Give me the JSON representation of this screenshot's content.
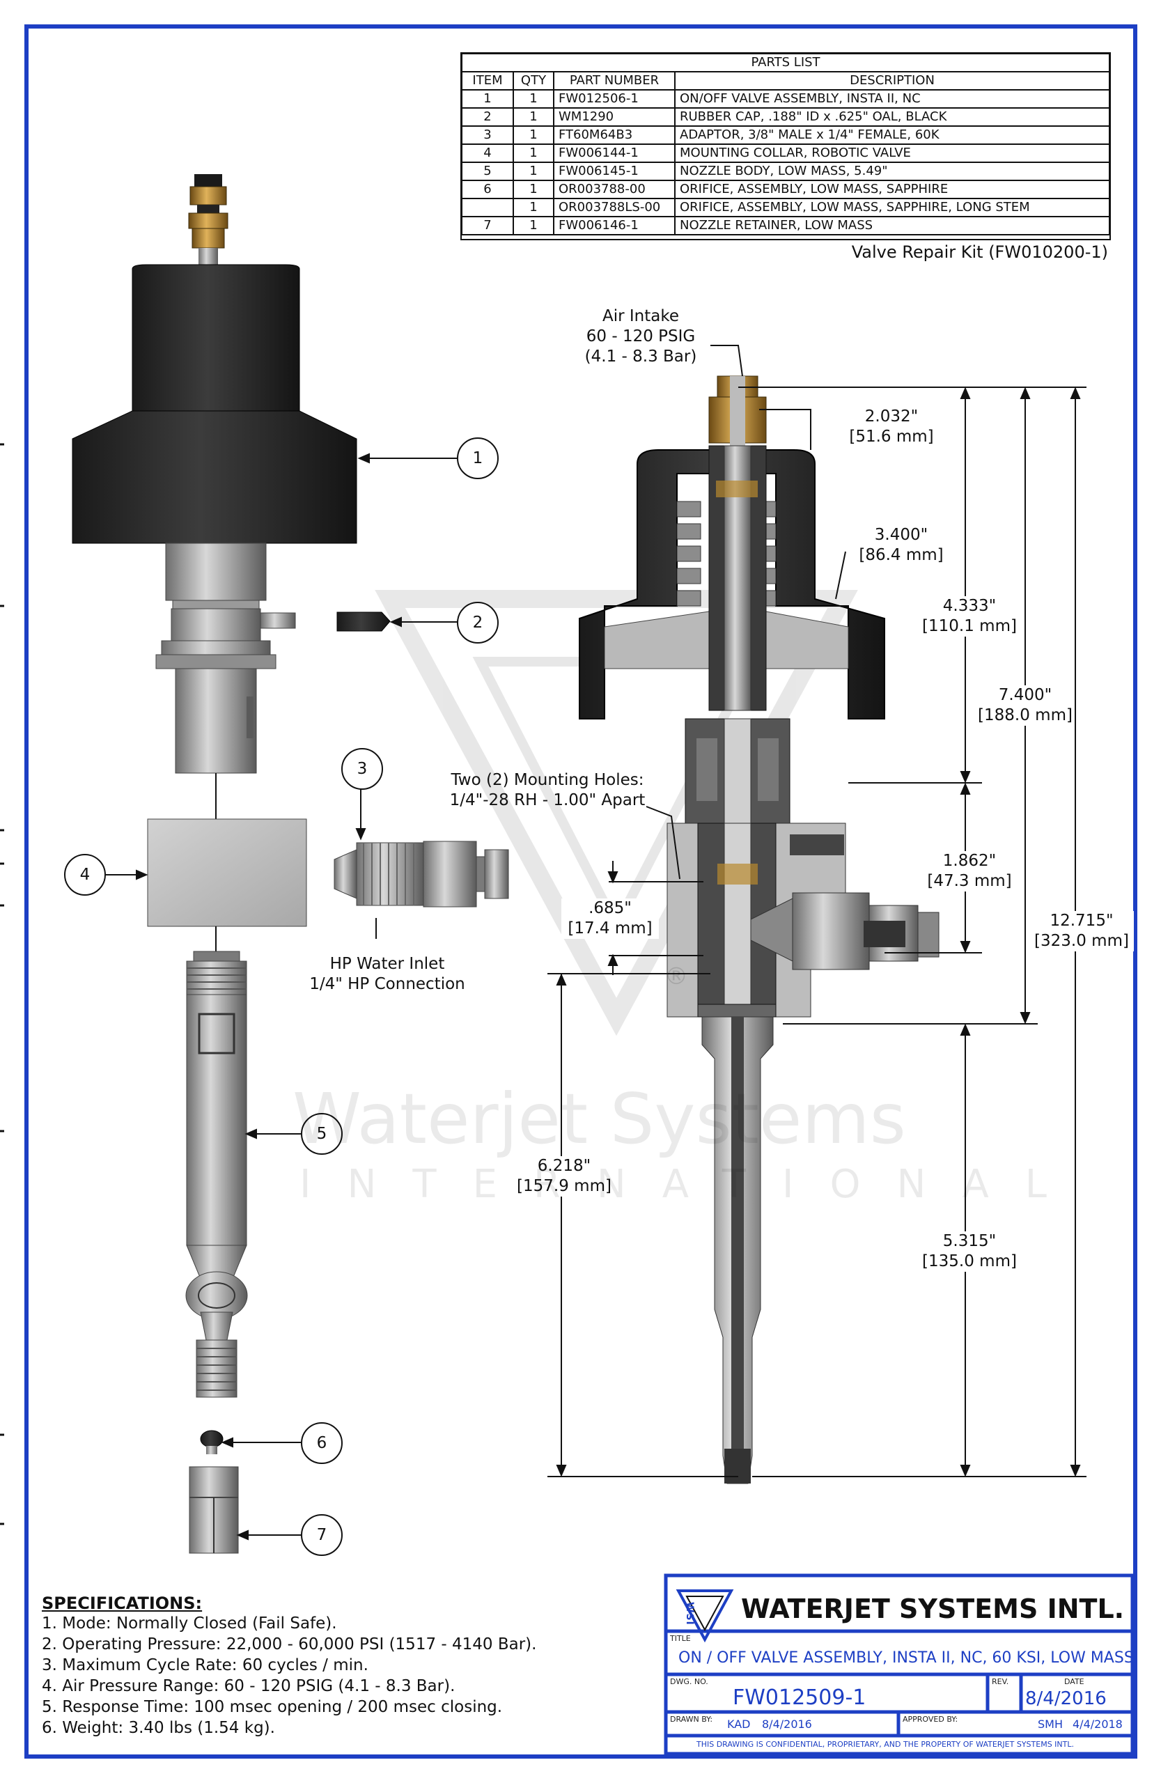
{
  "parts_list": {
    "title": "PARTS LIST",
    "headers": [
      "ITEM",
      "QTY",
      "PART NUMBER",
      "DESCRIPTION"
    ],
    "rows": [
      {
        "item": "1",
        "qty": "1",
        "part": "FW012506-1",
        "desc": "ON/OFF VALVE ASSEMBLY, INSTA II, NC"
      },
      {
        "item": "2",
        "qty": "1",
        "part": "WM1290",
        "desc": "RUBBER CAP, .188\" ID x .625\" OAL, BLACK"
      },
      {
        "item": "3",
        "qty": "1",
        "part": "FT60M64B3",
        "desc": "ADAPTOR, 3/8\" MALE x 1/4\" FEMALE, 60K"
      },
      {
        "item": "4",
        "qty": "1",
        "part": "FW006144-1",
        "desc": "MOUNTING COLLAR, ROBOTIC VALVE"
      },
      {
        "item": "5",
        "qty": "1",
        "part": "FW006145-1",
        "desc": "NOZZLE BODY, LOW MASS, 5.49\""
      },
      {
        "item": "6",
        "qty": "1",
        "part": "OR003788-00",
        "desc": "ORIFICE, ASSEMBLY, LOW MASS, SAPPHIRE"
      },
      {
        "item": "",
        "qty": "1",
        "part": "OR003788LS-00",
        "desc": "ORIFICE, ASSEMBLY, LOW MASS, SAPPHIRE,  LONG STEM"
      },
      {
        "item": "7",
        "qty": "1",
        "part": "FW006146-1",
        "desc": "NOZZLE RETAINER, LOW MASS"
      }
    ],
    "repair_kit": "Valve Repair Kit (FW010200-1)"
  },
  "balloons": [
    "1",
    "2",
    "3",
    "4",
    "5",
    "6",
    "7"
  ],
  "callouts": {
    "air_intake": [
      "Air Intake",
      "60 - 120 PSIG",
      "(4.1 - 8.3 Bar)"
    ],
    "mounting_holes": [
      "Two (2) Mounting Holes:",
      "1/4\"-28 RH - 1.00\" Apart"
    ],
    "hp_water": [
      "HP Water Inlet",
      "1/4\" HP Connection"
    ]
  },
  "dimensions": {
    "d1": [
      "2.032\"",
      "[51.6 mm]"
    ],
    "d2": [
      "3.400\"",
      "[86.4 mm]"
    ],
    "d3": [
      "4.333\"",
      "[110.1 mm]"
    ],
    "d4": [
      "7.400\"",
      "[188.0 mm]"
    ],
    "d5": [
      "1.862\"",
      "[47.3 mm]"
    ],
    "d6": [
      ".685\"",
      "[17.4 mm]"
    ],
    "d7": [
      "12.715\"",
      "[323.0 mm]"
    ],
    "d8": [
      "6.218\"",
      "[157.9 mm]"
    ],
    "d9": [
      "5.315\"",
      "[135.0 mm]"
    ]
  },
  "watermark": {
    "line1": "Waterjet Systems",
    "line2": "INTERNATIONAL",
    "reg": "®"
  },
  "specifications": {
    "title": "SPECIFICATIONS:",
    "items": [
      "1. Mode: Normally Closed (Fail Safe).",
      "2. Operating Pressure: 22,000 - 60,000 PSI (1517 - 4140 Bar).",
      "3. Maximum Cycle Rate: 60 cycles / min.",
      "4. Air Pressure Range: 60 - 120 PSIG (4.1 - 8.3 Bar).",
      "5. Response Time: 100 msec opening / 200 msec closing.",
      "6. Weight: 3.40 lbs (1.54 kg)."
    ]
  },
  "title_block": {
    "logo_letters": "WSI",
    "company": "WATERJET SYSTEMS INTL.",
    "title_label": "TITLE",
    "title": "ON / OFF VALVE ASSEMBLY, INSTA II, NC, 60 KSI, LOW MASS",
    "dwg_label": "DWG. NO.",
    "dwg_no": "FW012509-1",
    "rev_label": "REV.",
    "date_label": "DATE",
    "date": "8/4/2016",
    "drawn_label": "DRAWN BY:",
    "drawn_by": "KAD",
    "drawn_date": "8/4/2016",
    "approved_label": "APPROVED BY:",
    "approved_by": "SMH",
    "approved_date": "4/4/2018",
    "confidential": "THIS DRAWING IS CONFIDENTIAL, PROPRIETARY, AND THE PROPERTY OF WATERJET SYSTEMS INTL."
  },
  "colors": {
    "border": "#1d3fc4",
    "line": "#111111",
    "body_dark": "#2b2b2b",
    "body_grey": "#8a8a8a",
    "brass": "#b8892e"
  }
}
